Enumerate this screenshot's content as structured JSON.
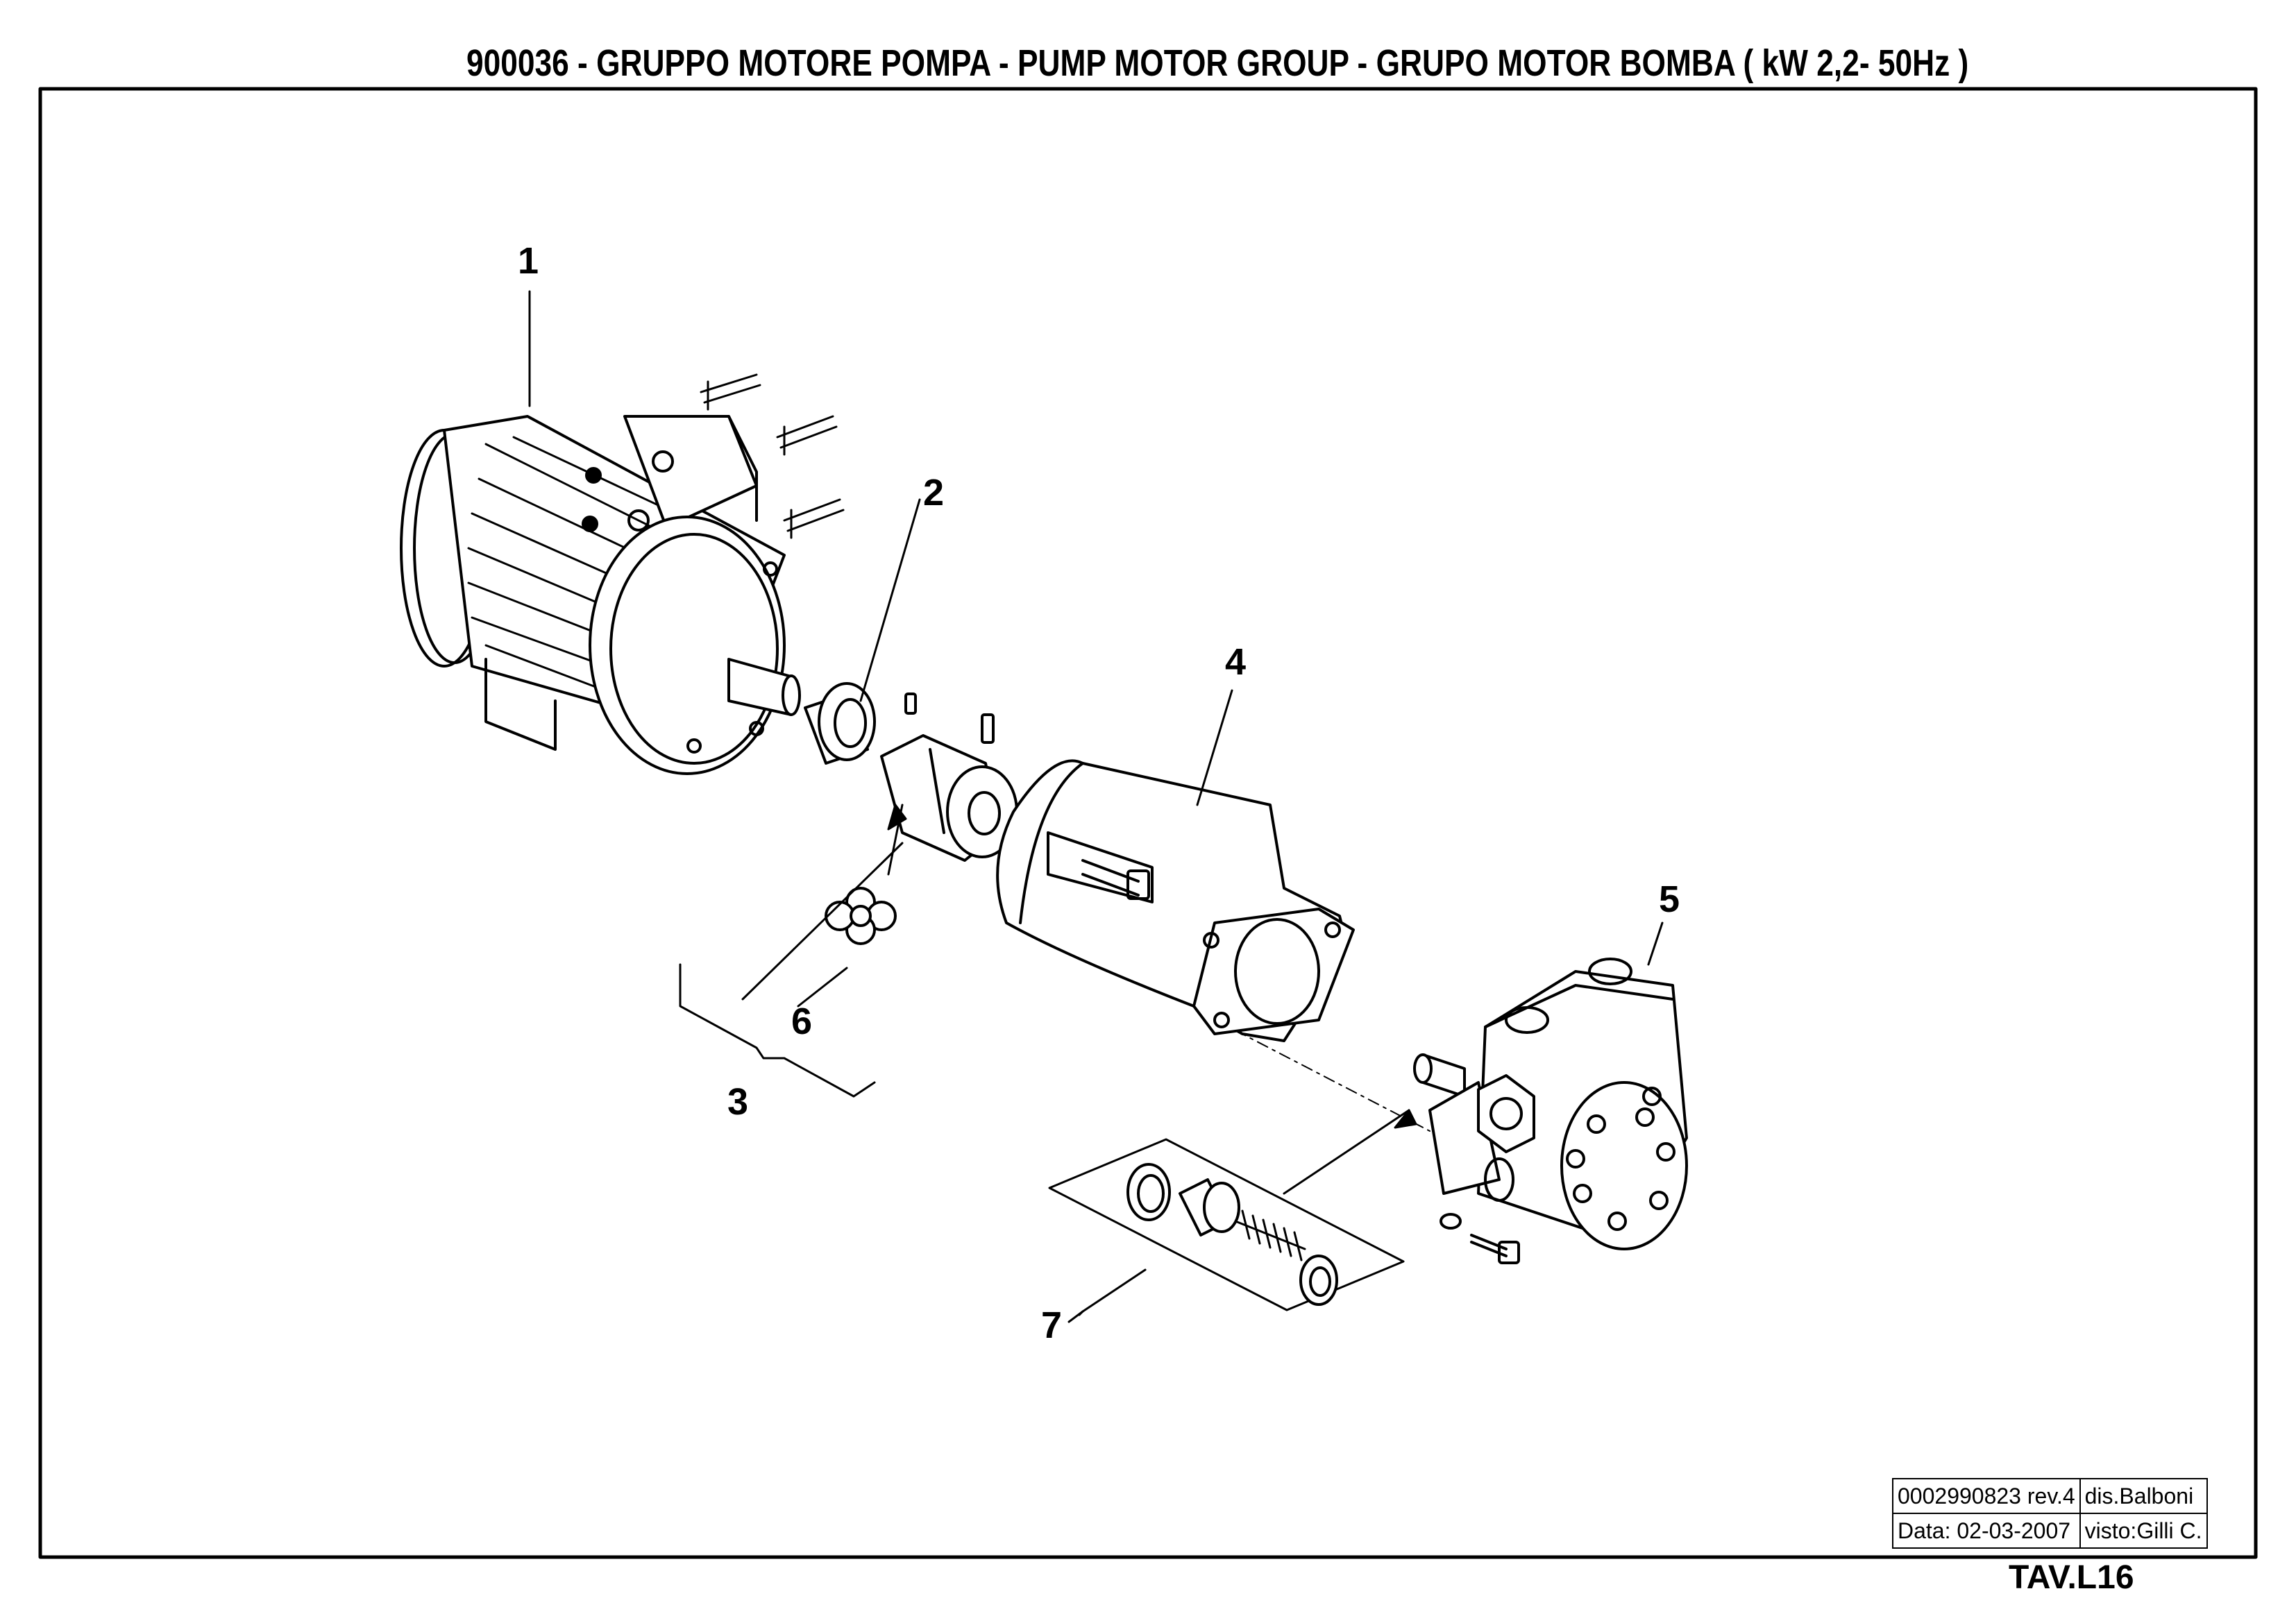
{
  "header": {
    "title": "900036 -  GRUPPO MOTORE POMPA - PUMP MOTOR GROUP - GRUPO MOTOR BOMBA   ( kW 2,2- 50Hz )"
  },
  "callouts": [
    {
      "id": "1",
      "label": "1"
    },
    {
      "id": "2",
      "label": "2"
    },
    {
      "id": "3",
      "label": "3"
    },
    {
      "id": "4",
      "label": "4"
    },
    {
      "id": "5",
      "label": "5"
    },
    {
      "id": "6",
      "label": "6"
    },
    {
      "id": "7",
      "label": "7"
    }
  ],
  "title_block": {
    "drawing_number": "0002990823 rev.4",
    "designer": "dis.Balboni",
    "date": "Data: 02-03-2007",
    "checked": "visto:Gilli C.",
    "sheet": "TAV.L16"
  }
}
